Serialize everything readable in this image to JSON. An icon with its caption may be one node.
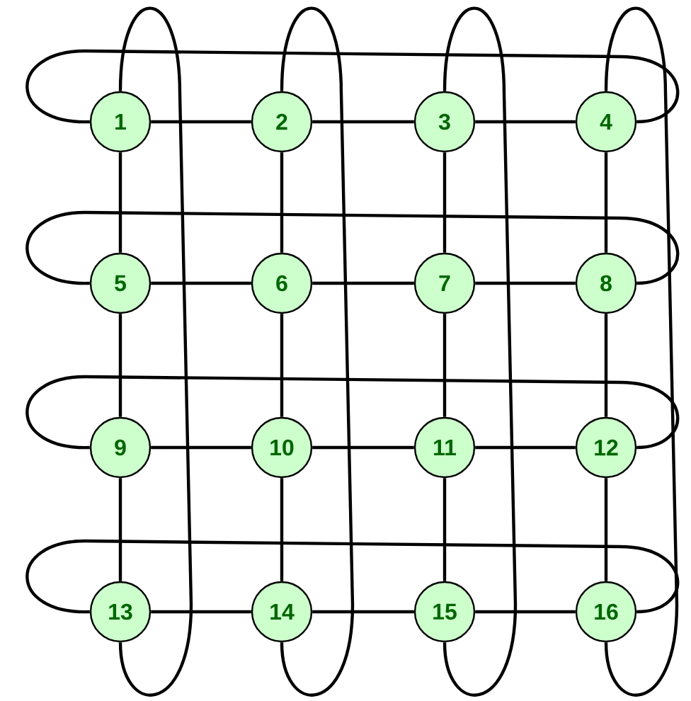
{
  "diagram": {
    "nodes": [
      {
        "text": [
          "1"
        ]
      },
      {
        "text": [
          "2"
        ]
      },
      {
        "text": [
          "3"
        ]
      },
      {
        "text": [
          "4"
        ]
      },
      {
        "text": [
          "5"
        ]
      },
      {
        "text": [
          "6"
        ]
      },
      {
        "text": [
          "7"
        ]
      },
      {
        "text": [
          "8"
        ]
      },
      {
        "text": [
          "9"
        ]
      },
      {
        "text": [
          "10"
        ]
      },
      {
        "text": [
          "11"
        ]
      },
      {
        "text": [
          "12"
        ]
      },
      {
        "text": [
          "13"
        ]
      },
      {
        "text": [
          "14"
        ]
      },
      {
        "text": [
          "15"
        ]
      },
      {
        "text": [
          "16"
        ]
      }
    ],
    "edges": [
      {
        "from": 0,
        "to": 1,
        "arrow": "none"
      },
      {
        "from": 1,
        "to": 2,
        "arrow": "none"
      },
      {
        "from": 2,
        "to": 3,
        "arrow": "none"
      },
      {
        "from": 4,
        "to": 5,
        "arrow": "none"
      },
      {
        "from": 5,
        "to": 6,
        "arrow": "none"
      },
      {
        "from": 6,
        "to": 7,
        "arrow": "none"
      },
      {
        "from": 8,
        "to": 9,
        "arrow": "none"
      },
      {
        "from": 9,
        "to": 10,
        "arrow": "none"
      },
      {
        "from": 10,
        "to": 11,
        "arrow": "none"
      },
      {
        "from": 12,
        "to": 13,
        "arrow": "none"
      },
      {
        "from": 13,
        "to": 14,
        "arrow": "none"
      },
      {
        "from": 14,
        "to": 15,
        "arrow": "none"
      },
      {
        "from": 0,
        "to": 4,
        "arrow": "none"
      },
      {
        "from": 4,
        "to": 8,
        "arrow": "none"
      },
      {
        "from": 8,
        "to": 12,
        "arrow": "none"
      },
      {
        "from": 1,
        "to": 5,
        "arrow": "none"
      },
      {
        "from": 5,
        "to": 9,
        "arrow": "none"
      },
      {
        "from": 9,
        "to": 13,
        "arrow": "none"
      },
      {
        "from": 2,
        "to": 6,
        "arrow": "none"
      },
      {
        "from": 6,
        "to": 10,
        "arrow": "none"
      },
      {
        "from": 10,
        "to": 14,
        "arrow": "none"
      },
      {
        "from": 3,
        "to": 7,
        "arrow": "none"
      },
      {
        "from": 7,
        "to": 11,
        "arrow": "none"
      },
      {
        "from": 11,
        "to": 15,
        "arrow": "none"
      },
      {
        "from": 0,
        "to": 3,
        "arrow": "none"
      },
      {
        "from": 4,
        "to": 7,
        "arrow": "none"
      },
      {
        "from": 8,
        "to": 11,
        "arrow": "none"
      },
      {
        "from": 12,
        "to": 15,
        "arrow": "none"
      },
      {
        "from": 0,
        "to": 12,
        "arrow": "none"
      },
      {
        "from": 1,
        "to": 13,
        "arrow": "none"
      },
      {
        "from": 2,
        "to": 14,
        "arrow": "none"
      },
      {
        "from": 3,
        "to": 15,
        "arrow": "none"
      }
    ]
  }
}
